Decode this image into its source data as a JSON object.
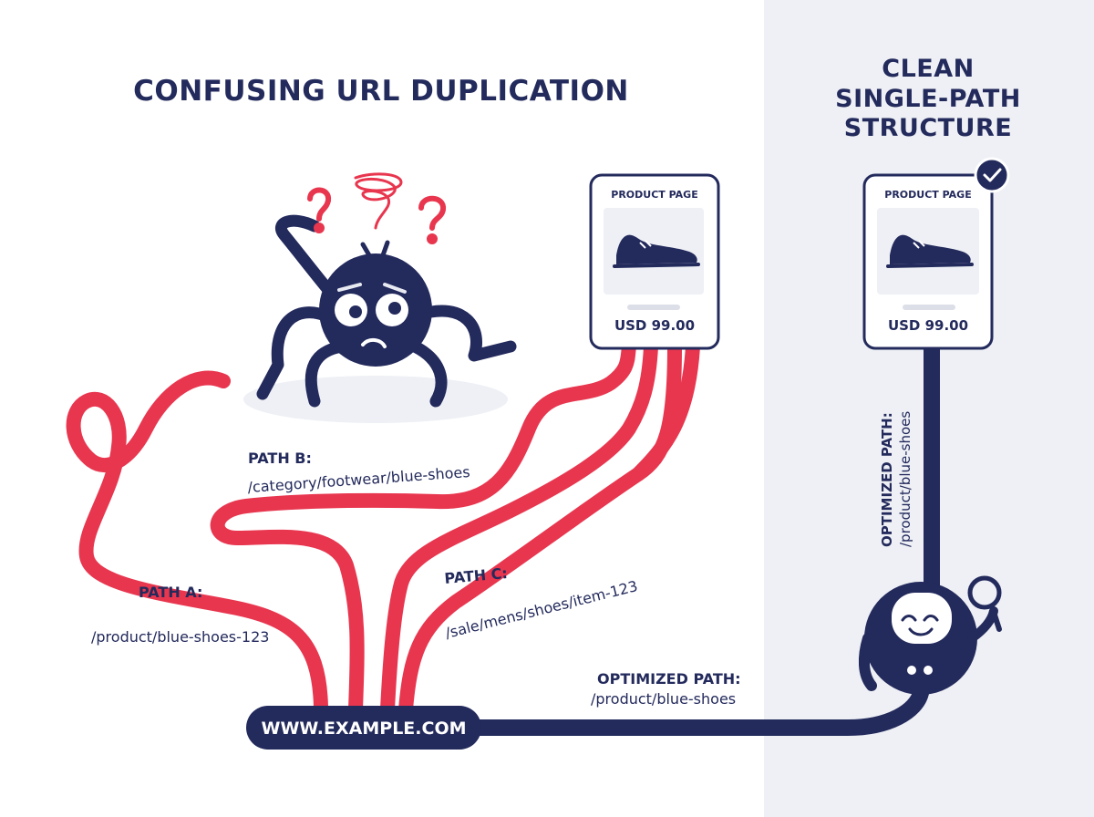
{
  "left_panel": {
    "title": "CONFUSING URL DUPLICATION",
    "path_a": {
      "label": "PATH A:",
      "url": "/product/blue-shoes-123"
    },
    "path_b": {
      "label": "PATH B:",
      "url": "/category/footwear/blue-shoes"
    },
    "path_c": {
      "label": "PATH C:",
      "url": "/sale/mens/shoes/item-123"
    },
    "product_card": {
      "title": "PRODUCT PAGE",
      "price": "USD 99.00"
    },
    "domain": "WWW.EXAMPLE.COM"
  },
  "right_panel": {
    "title_lines": [
      "CLEAN",
      "SINGLE-PATH",
      "STRUCTURE"
    ],
    "product_card": {
      "title": "PRODUCT PAGE",
      "price": "USD 99.00"
    },
    "vertical_label": {
      "label": "OPTIMIZED PATH:",
      "url": "/product/blue-shoes"
    }
  },
  "bottom_path": {
    "label": "OPTIMIZED PATH:",
    "url": "/product/blue-shoes"
  },
  "icons": [
    "confused-spider-icon",
    "question-mark-icon",
    "shoe-icon",
    "check-icon",
    "magnifier-icon",
    "robot-crawler-icon"
  ],
  "colors": {
    "navy": "#232a5c",
    "red": "#e8364f",
    "panel_bg": "#eef0f5"
  }
}
